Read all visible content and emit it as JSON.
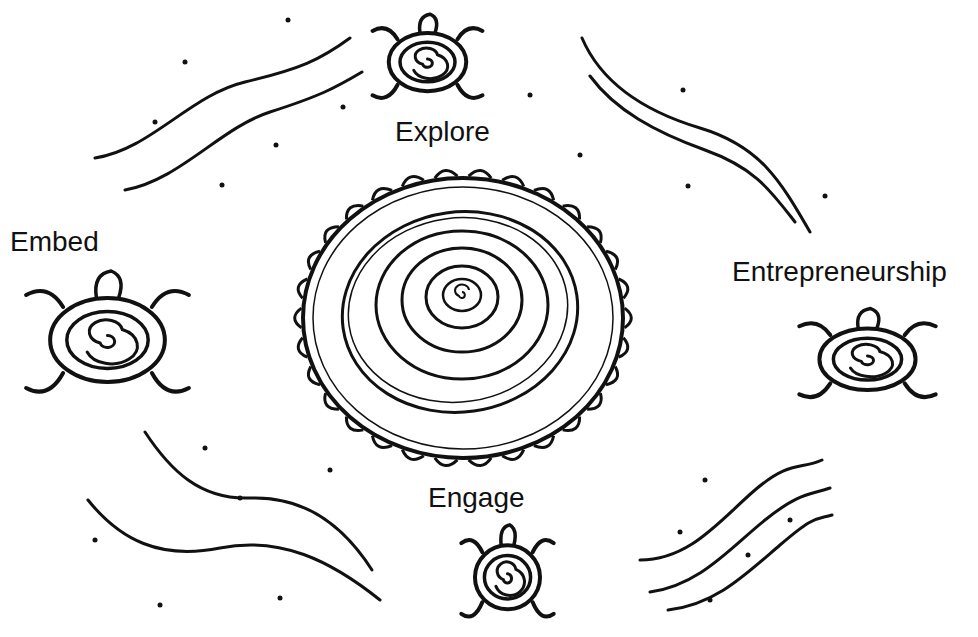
{
  "diagram": {
    "nodes": [
      {
        "text": [
          "Explore"
        ]
      },
      {
        "text": [
          "Embed"
        ]
      },
      {
        "text": [
          "Entrepreneurship"
        ]
      },
      {
        "text": [
          "Engage"
        ]
      }
    ]
  }
}
